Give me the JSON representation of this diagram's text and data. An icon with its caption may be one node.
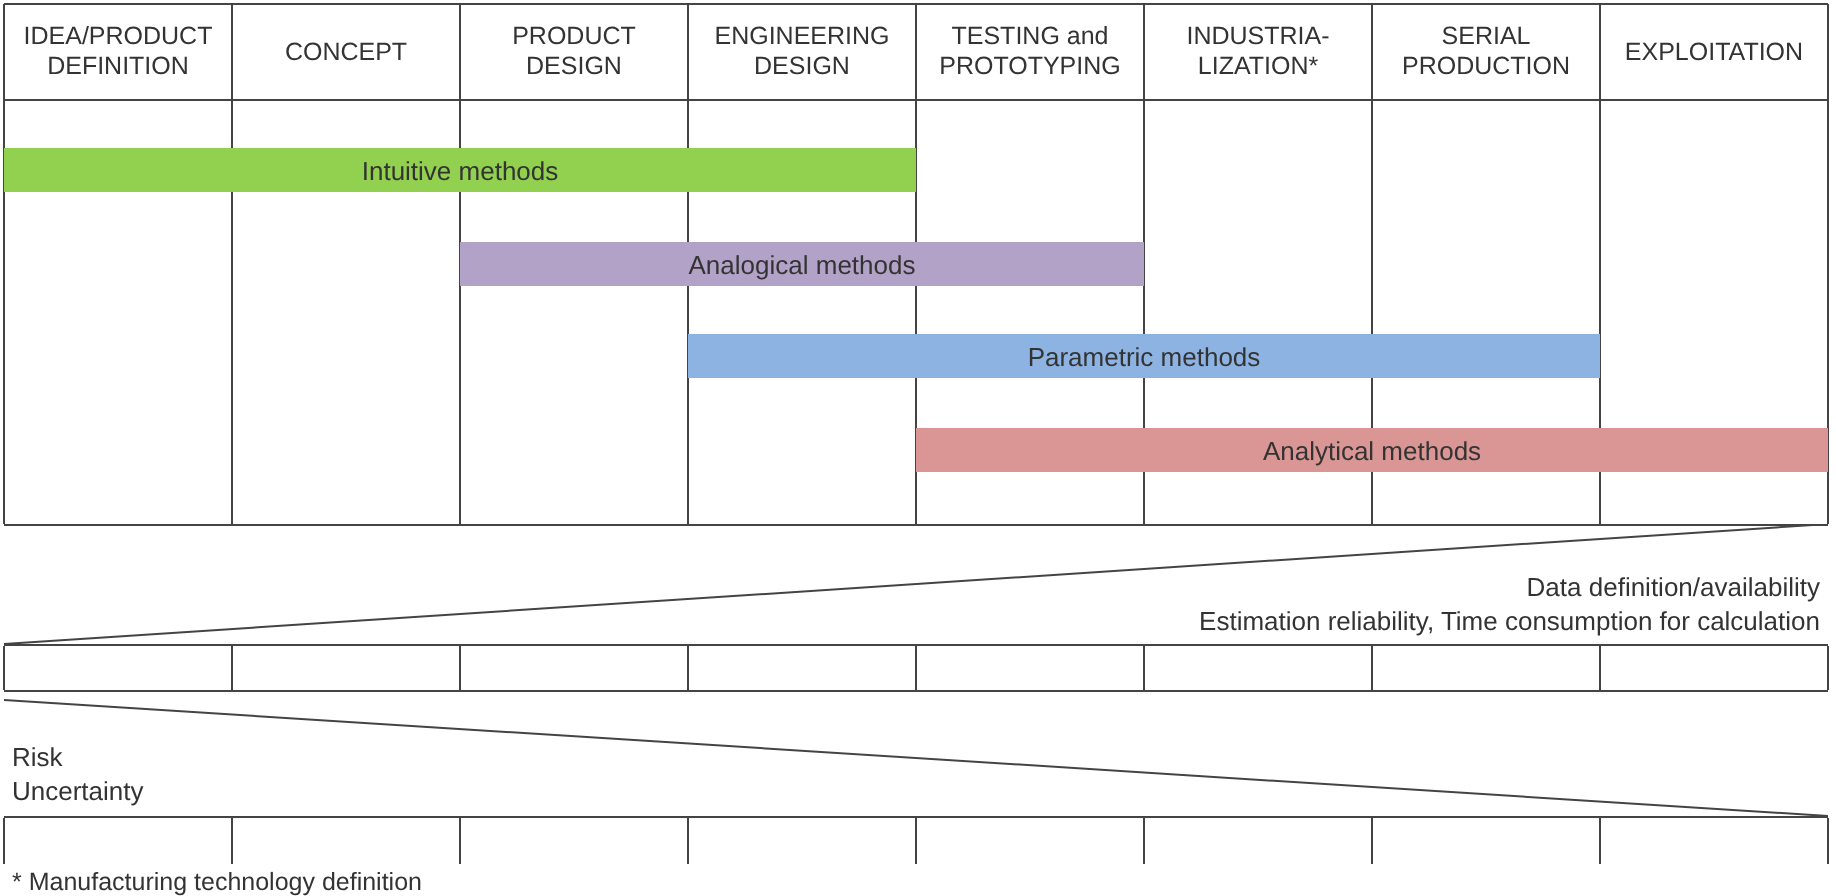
{
  "diagram": {
    "nodes": [
      {
        "text": [
          "Intuitive methods"
        ]
      },
      {
        "text": [
          "Analogical methods"
        ]
      },
      {
        "text": [
          "Parametric methods"
        ]
      },
      {
        "text": [
          "Analytical methods"
        ]
      },
      {
        "text": [
          "Data definition/availability",
          "Estimation reliability, Time consumption for calculation"
        ]
      },
      {
        "text": [
          "Risk",
          "Uncertainty"
        ]
      }
    ],
    "labels": [
      "IDEA/PRODUCT DEFINITION",
      "CONCEPT",
      "PRODUCT DESIGN",
      "ENGINEERING DESIGN",
      "TESTING and PROTOTYPING",
      "INDUSTRIA- LIZATION*",
      "SERIAL PRODUCTION",
      "EXPLOITATION",
      "* Manufacturing technology definition"
    ]
  }
}
